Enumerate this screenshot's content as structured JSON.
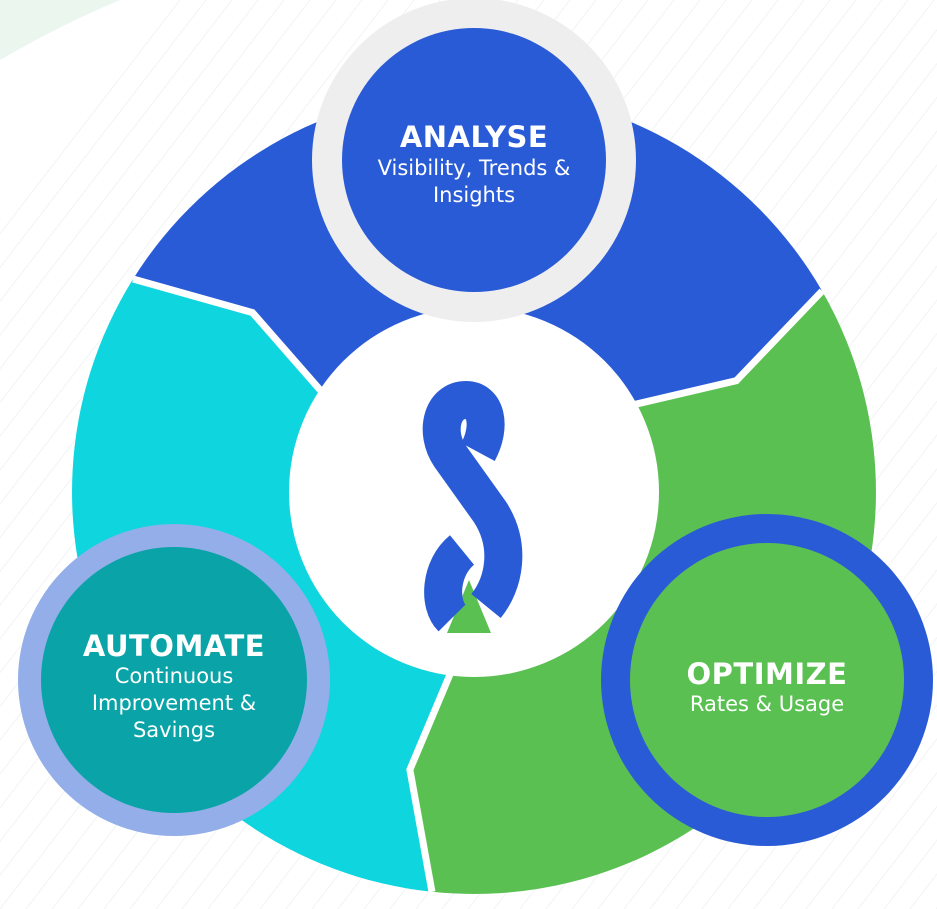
{
  "colors": {
    "blue": "#2a5bd7",
    "green": "#5ac052",
    "cyan": "#0fd5df",
    "teal": "#0aa3a7",
    "lavender": "#93aee9",
    "ring_gray": "#eeeeee",
    "stripe": "#f1f3f5"
  },
  "center_logo_icon": "infinity-8-logo-icon",
  "stages": {
    "analyse": {
      "title": "ANALYSE",
      "subtitle_line1": "Visibility, Trends &",
      "subtitle_line2": "Insights"
    },
    "optimize": {
      "title": "OPTIMIZE",
      "subtitle_line1": "Rates & Usage"
    },
    "automate": {
      "title": "AUTOMATE",
      "subtitle_line1": "Continuous",
      "subtitle_line2": "Improvement &",
      "subtitle_line3": "Savings"
    }
  }
}
